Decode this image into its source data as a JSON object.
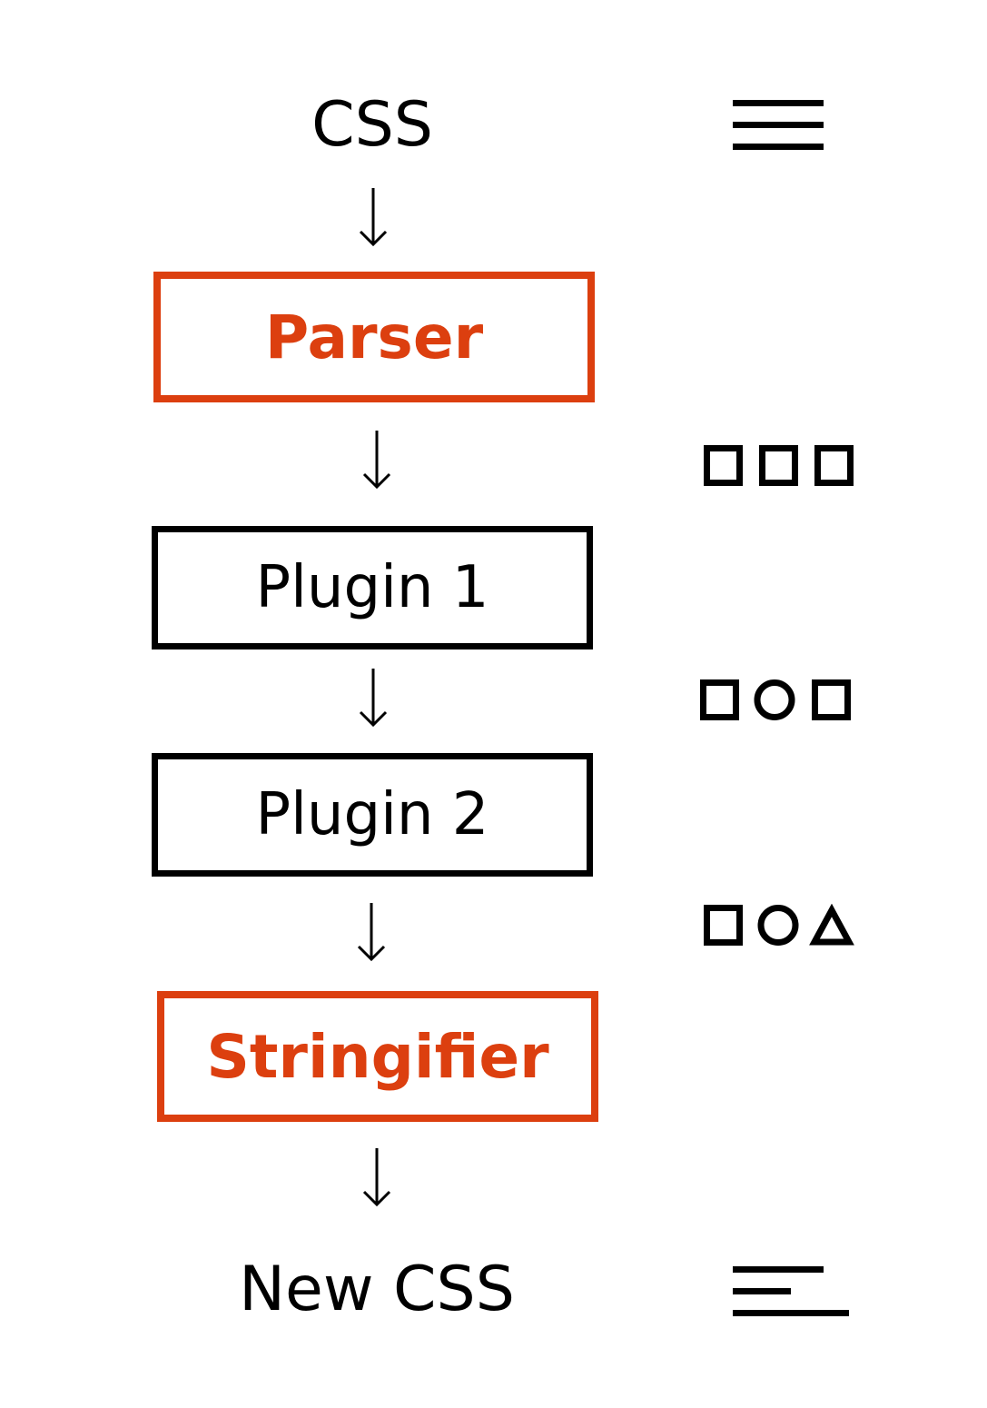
{
  "colors": {
    "accent": "#dc3f0f",
    "ink": "#000000",
    "background": "#ffffff"
  },
  "flow": {
    "input_label": "CSS",
    "parser_label": "Parser",
    "plugin1_label": "Plugin 1",
    "plugin2_label": "Plugin 2",
    "stringifier_label": "Stringifier",
    "output_label": "New CSS"
  },
  "icons": {
    "input": "equal-lines-icon",
    "after_parser": "square-square-square-icon",
    "after_plugin1": "square-circle-square-icon",
    "after_plugin2": "square-circle-triangle-icon",
    "output": "uneven-lines-icon"
  }
}
